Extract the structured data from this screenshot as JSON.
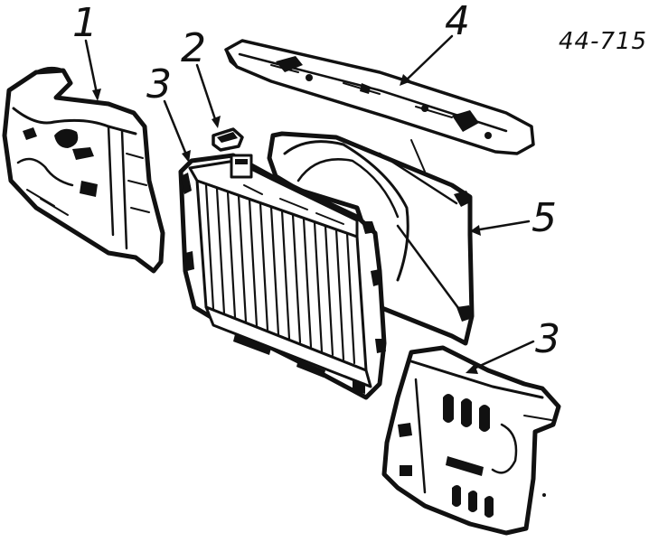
{
  "drawing_code": "44-715",
  "callouts": [
    {
      "id": "radiator",
      "number": "1"
    },
    {
      "id": "cap",
      "number": "2"
    },
    {
      "id": "side-panel-left",
      "number": "3"
    },
    {
      "id": "upper-support",
      "number": "4"
    },
    {
      "id": "fan-shroud",
      "number": "5"
    },
    {
      "id": "side-panel-right",
      "number": "3"
    }
  ],
  "colors": {
    "ink": "#111111",
    "paper": "#ffffff"
  }
}
